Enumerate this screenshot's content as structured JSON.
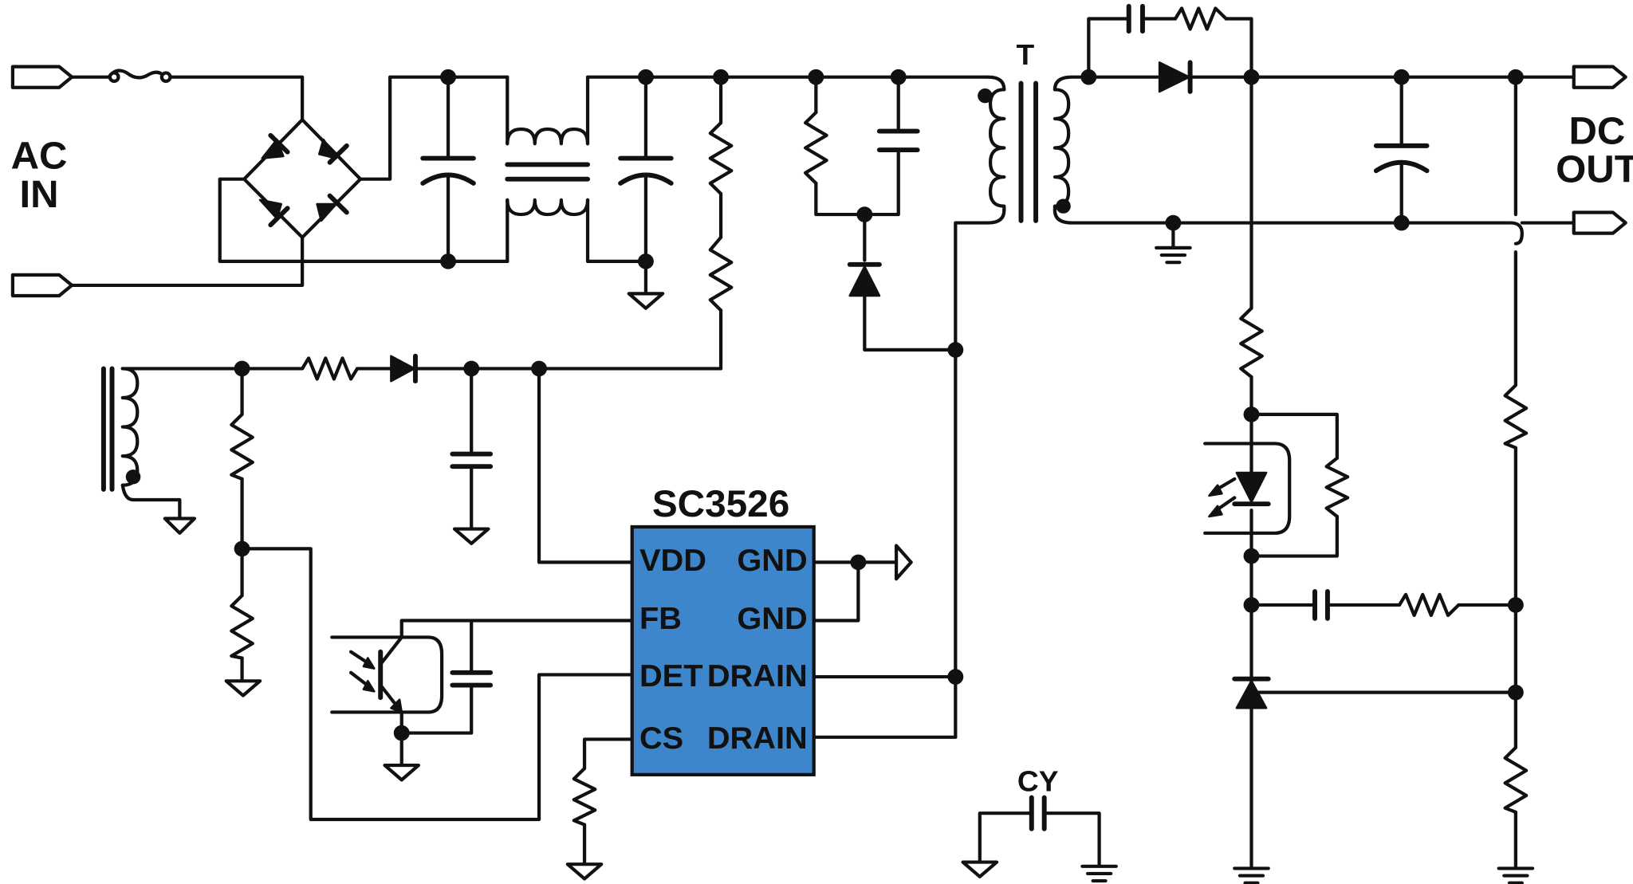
{
  "labels": {
    "ac_in_line1": "AC",
    "ac_in_line2": "IN",
    "dc_out_line1": "DC",
    "dc_out_line2": "OUT",
    "transformer": "T",
    "chip_name": "SC3526",
    "cy": "CY"
  },
  "chip": {
    "color": "#3d86cc",
    "pins_left": [
      "VDD",
      "FB",
      "DET",
      "CS"
    ],
    "pins_right": [
      "GND",
      "GND",
      "DRAIN",
      "DRAIN"
    ]
  }
}
